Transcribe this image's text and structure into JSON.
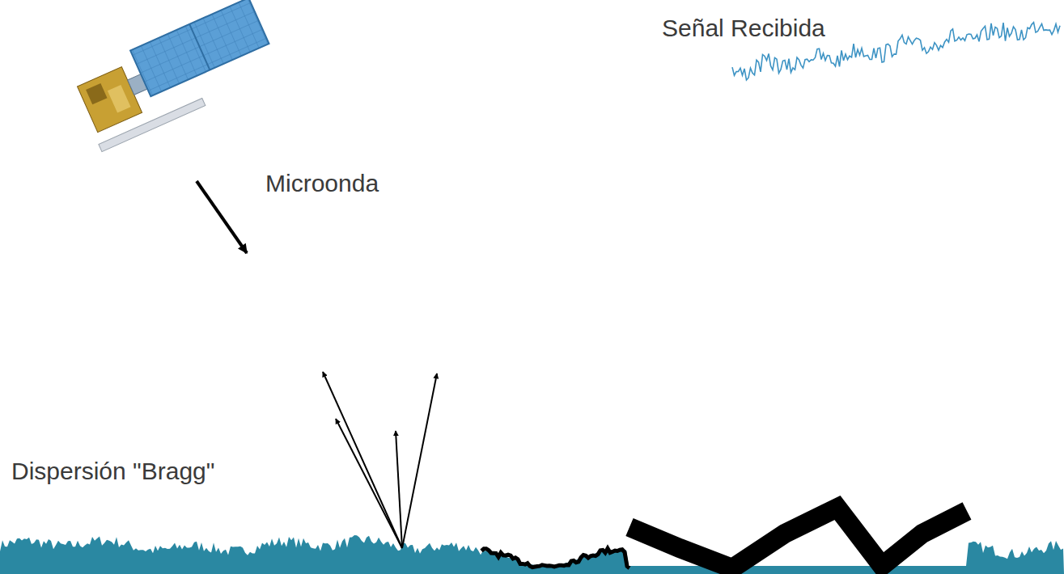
{
  "diagram": {
    "labels": [
      "Señal Recibida",
      "Microonda",
      "Dispersión \"Bragg\""
    ]
  }
}
